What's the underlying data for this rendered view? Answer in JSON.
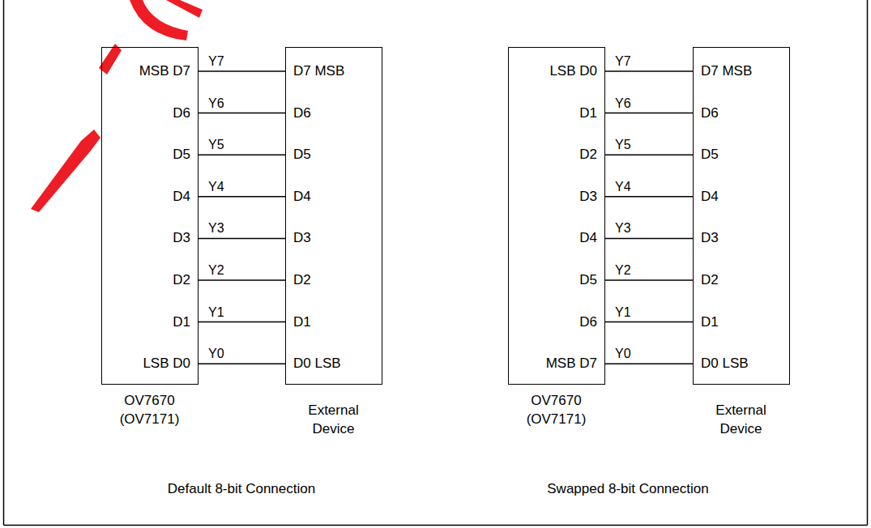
{
  "diagram": {
    "nodes": [
      {
        "text": [
          "MSB D7",
          "D6",
          "D5",
          "D4",
          "D3",
          "D2",
          "D1",
          "LSB D0",
          "OV7670 (OV7171)"
        ]
      },
      {
        "text": [
          "D7 MSB",
          "D6",
          "D5",
          "D4",
          "D3",
          "D2",
          "D1",
          "D0 LSB",
          "External Device"
        ]
      },
      {
        "text": [
          "LSB D0",
          "D1",
          "D2",
          "D3",
          "D4",
          "D5",
          "D6",
          "MSB D7",
          "OV7670 (OV7171)"
        ]
      },
      {
        "text": [
          "D7 MSB",
          "D6",
          "D5",
          "D4",
          "D3",
          "D2",
          "D1",
          "D0 LSB",
          "External Device"
        ]
      }
    ],
    "edges": [
      {
        "from": 0,
        "to": 1,
        "arrow": "none",
        "label": "Y7"
      },
      {
        "from": 0,
        "to": 1,
        "arrow": "none",
        "label": "Y6"
      },
      {
        "from": 0,
        "to": 1,
        "arrow": "none",
        "label": "Y5"
      },
      {
        "from": 0,
        "to": 1,
        "arrow": "none",
        "label": "Y4"
      },
      {
        "from": 0,
        "to": 1,
        "arrow": "none",
        "label": "Y3"
      },
      {
        "from": 0,
        "to": 1,
        "arrow": "none",
        "label": "Y2"
      },
      {
        "from": 0,
        "to": 1,
        "arrow": "none",
        "label": "Y1"
      },
      {
        "from": 0,
        "to": 1,
        "arrow": "none",
        "label": "Y0"
      },
      {
        "from": 2,
        "to": 3,
        "arrow": "none",
        "label": "Y7"
      },
      {
        "from": 2,
        "to": 3,
        "arrow": "none",
        "label": "Y6"
      },
      {
        "from": 2,
        "to": 3,
        "arrow": "none",
        "label": "Y5"
      },
      {
        "from": 2,
        "to": 3,
        "arrow": "none",
        "label": "Y4"
      },
      {
        "from": 2,
        "to": 3,
        "arrow": "none",
        "label": "Y3"
      },
      {
        "from": 2,
        "to": 3,
        "arrow": "none",
        "label": "Y2"
      },
      {
        "from": 2,
        "to": 3,
        "arrow": "none",
        "label": "Y1"
      },
      {
        "from": 2,
        "to": 3,
        "arrow": "none",
        "label": "Y0"
      }
    ],
    "labels": [
      "Default 8-bit Connection",
      "Swapped 8-bit Connection"
    ]
  }
}
